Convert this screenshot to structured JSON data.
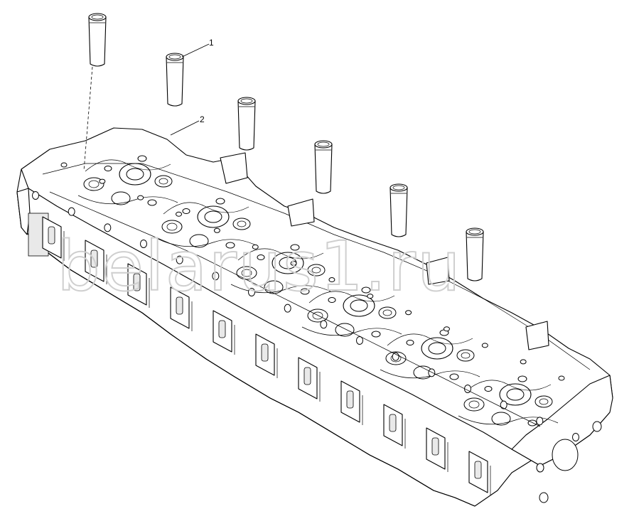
{
  "diagram": {
    "callouts": [
      {
        "id": "1",
        "label": "1"
      },
      {
        "id": "2",
        "label": "2"
      }
    ],
    "watermark": "belarus1.ru"
  }
}
